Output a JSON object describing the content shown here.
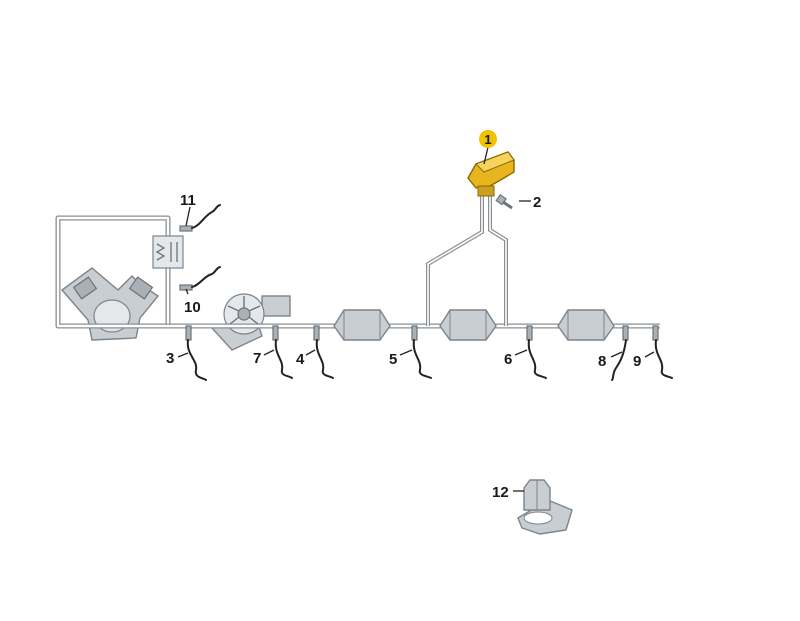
{
  "callouts": {
    "c1": "1",
    "c2": "2",
    "c3": "3",
    "c4": "4",
    "c5": "5",
    "c6": "6",
    "c7": "7",
    "c8": "8",
    "c9": "9",
    "c10": "10",
    "c11": "11",
    "c12": "12"
  },
  "colors": {
    "highlight": "#f2c200",
    "part_highlight": "#e8b520",
    "metal": "#c9ced3",
    "pipe": "#8a8f94"
  }
}
